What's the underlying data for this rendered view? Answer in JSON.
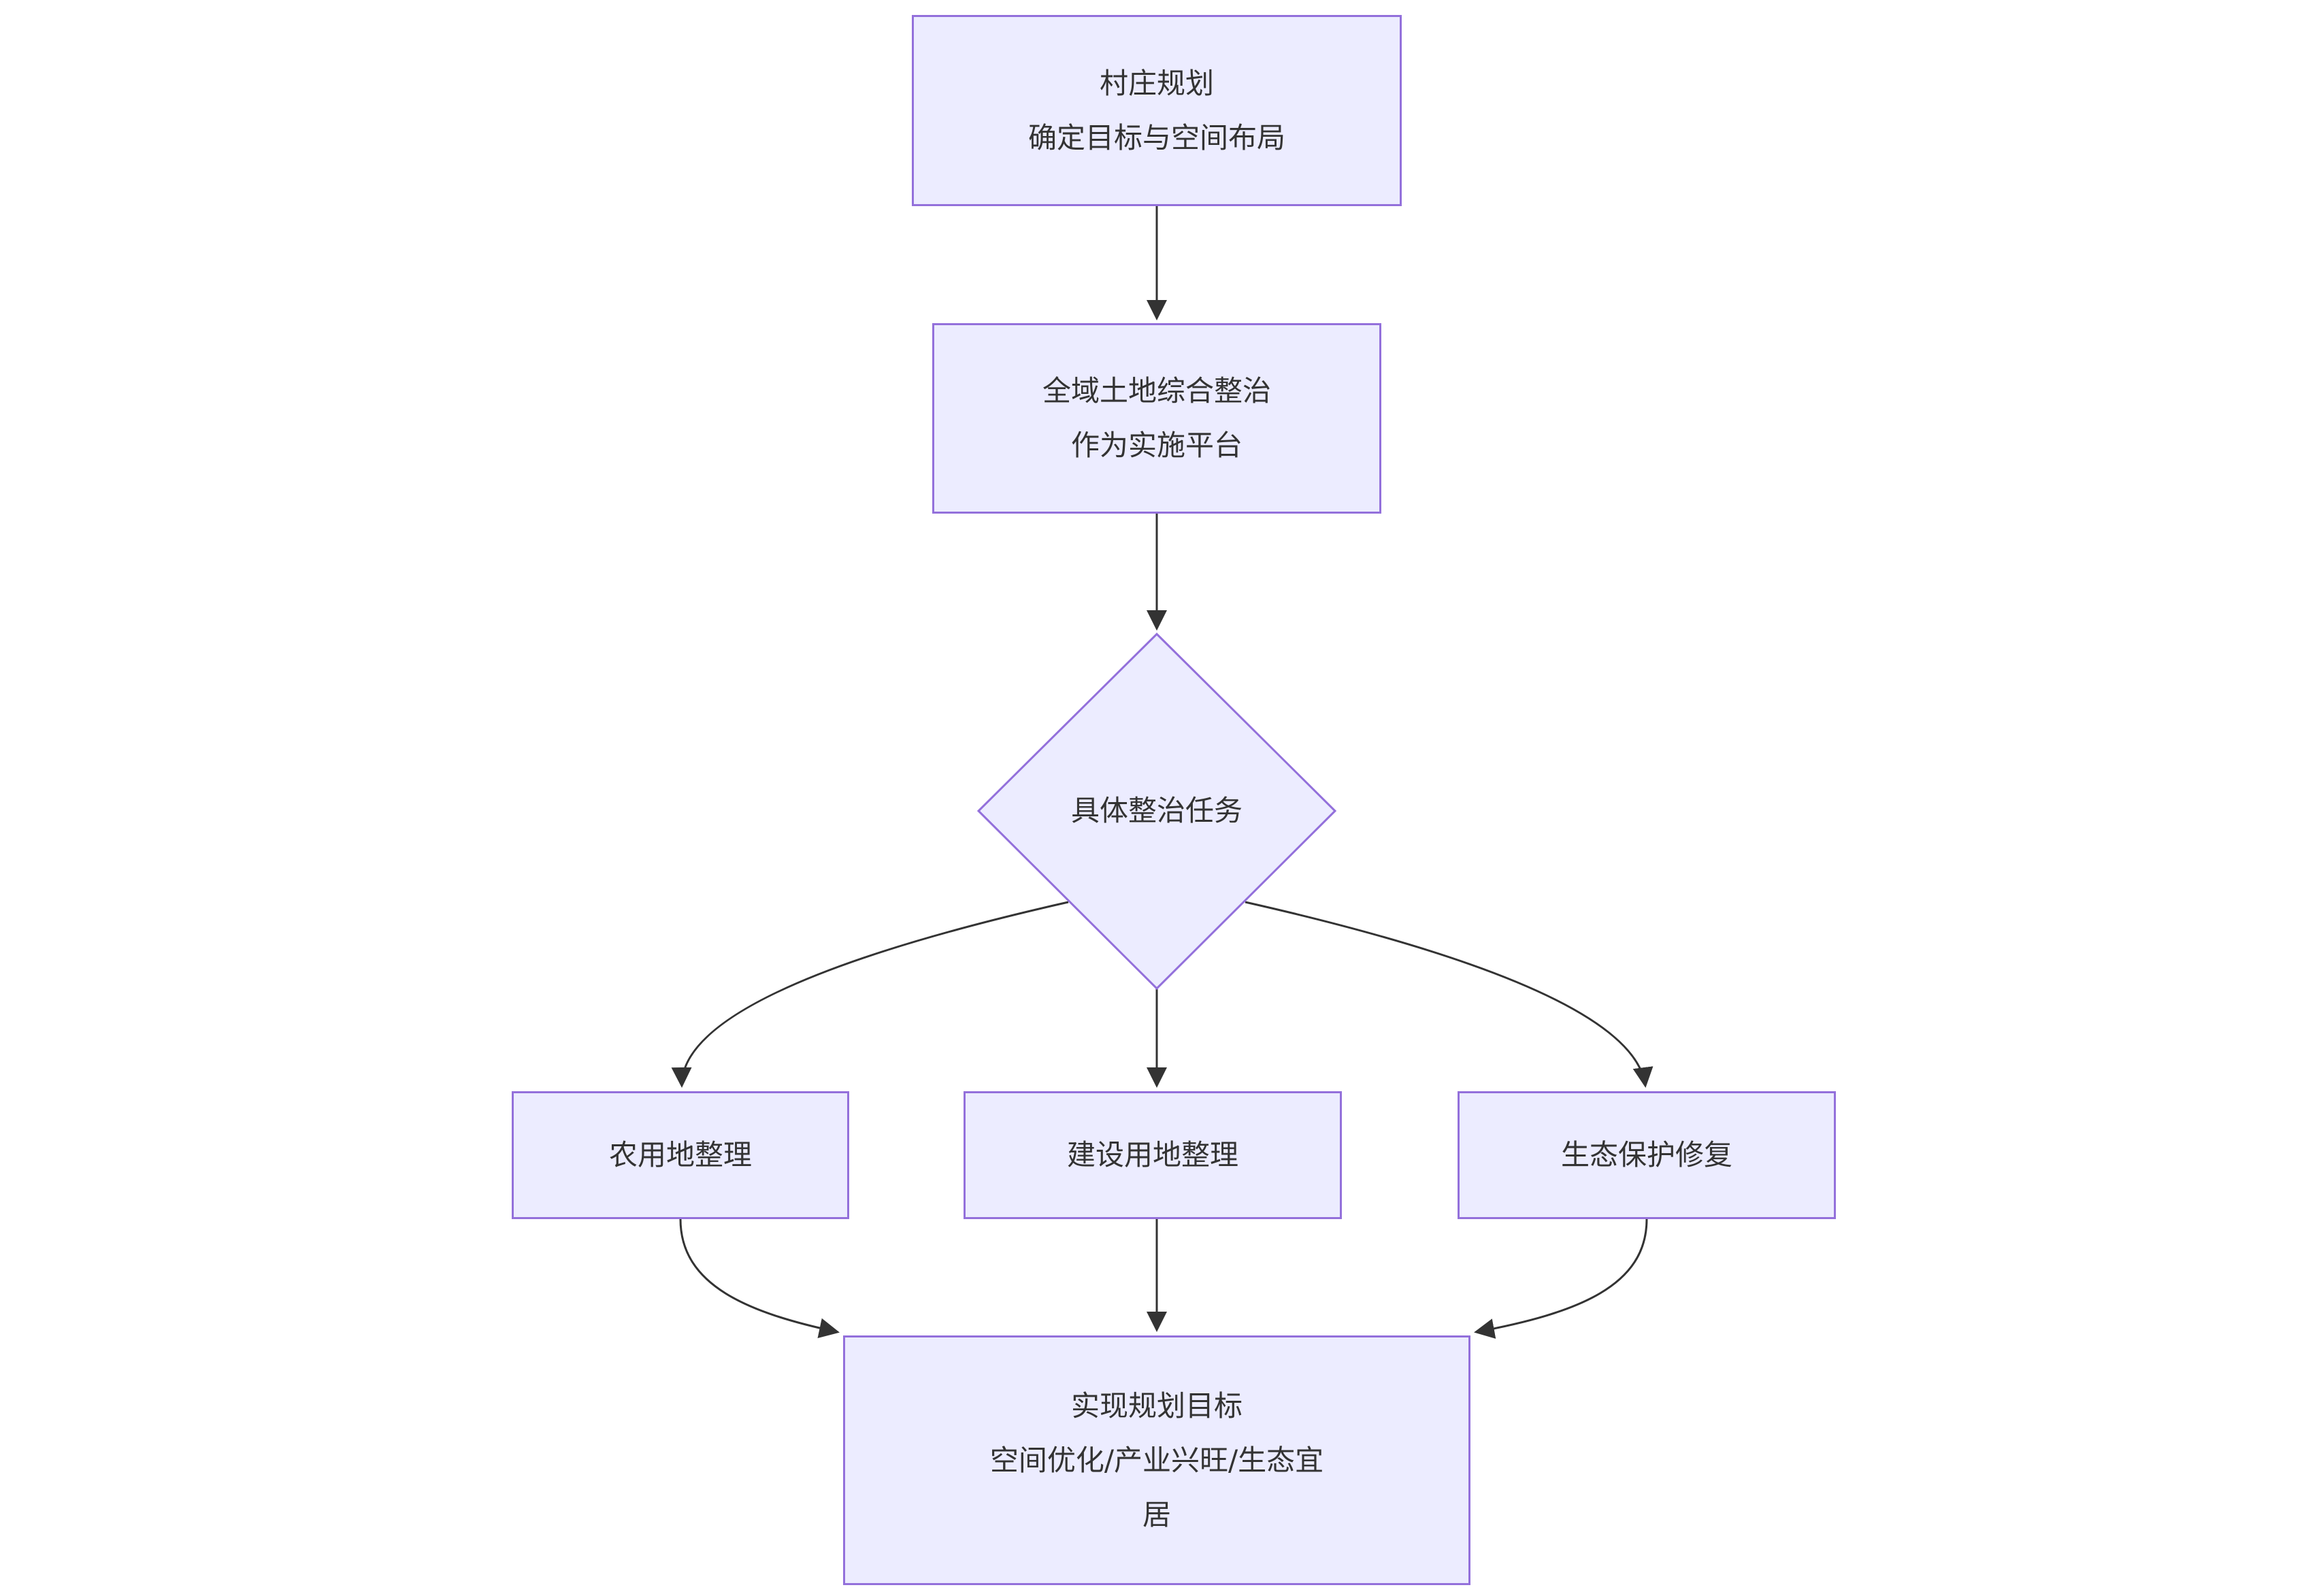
{
  "diagram": {
    "type": "flowchart",
    "direction": "top-down",
    "nodes": {
      "village": {
        "line1": "村庄规划",
        "line2": "确定目标与空间布局"
      },
      "consolidation": {
        "line1": "全域土地综合整治",
        "line2": "作为实施平台"
      },
      "tasks": {
        "label": "具体整治任务",
        "shape": "diamond"
      },
      "farmland": {
        "label": "农用地整理"
      },
      "construction": {
        "label": "建设用地整理"
      },
      "ecology": {
        "label": "生态保护修复"
      },
      "goal": {
        "line1": "实现规划目标",
        "line2": "空间优化/产业兴旺/生态宜居"
      }
    },
    "edges": [
      {
        "from": "village",
        "to": "consolidation"
      },
      {
        "from": "consolidation",
        "to": "tasks"
      },
      {
        "from": "tasks",
        "to": "farmland"
      },
      {
        "from": "tasks",
        "to": "construction"
      },
      {
        "from": "tasks",
        "to": "ecology"
      },
      {
        "from": "farmland",
        "to": "goal"
      },
      {
        "from": "construction",
        "to": "goal"
      },
      {
        "from": "ecology",
        "to": "goal"
      }
    ],
    "colors": {
      "node-fill": "#ECECFF",
      "node-border": "#9370DB",
      "edge": "#333333",
      "text": "#333333",
      "bg": "#FFFFFF"
    }
  }
}
